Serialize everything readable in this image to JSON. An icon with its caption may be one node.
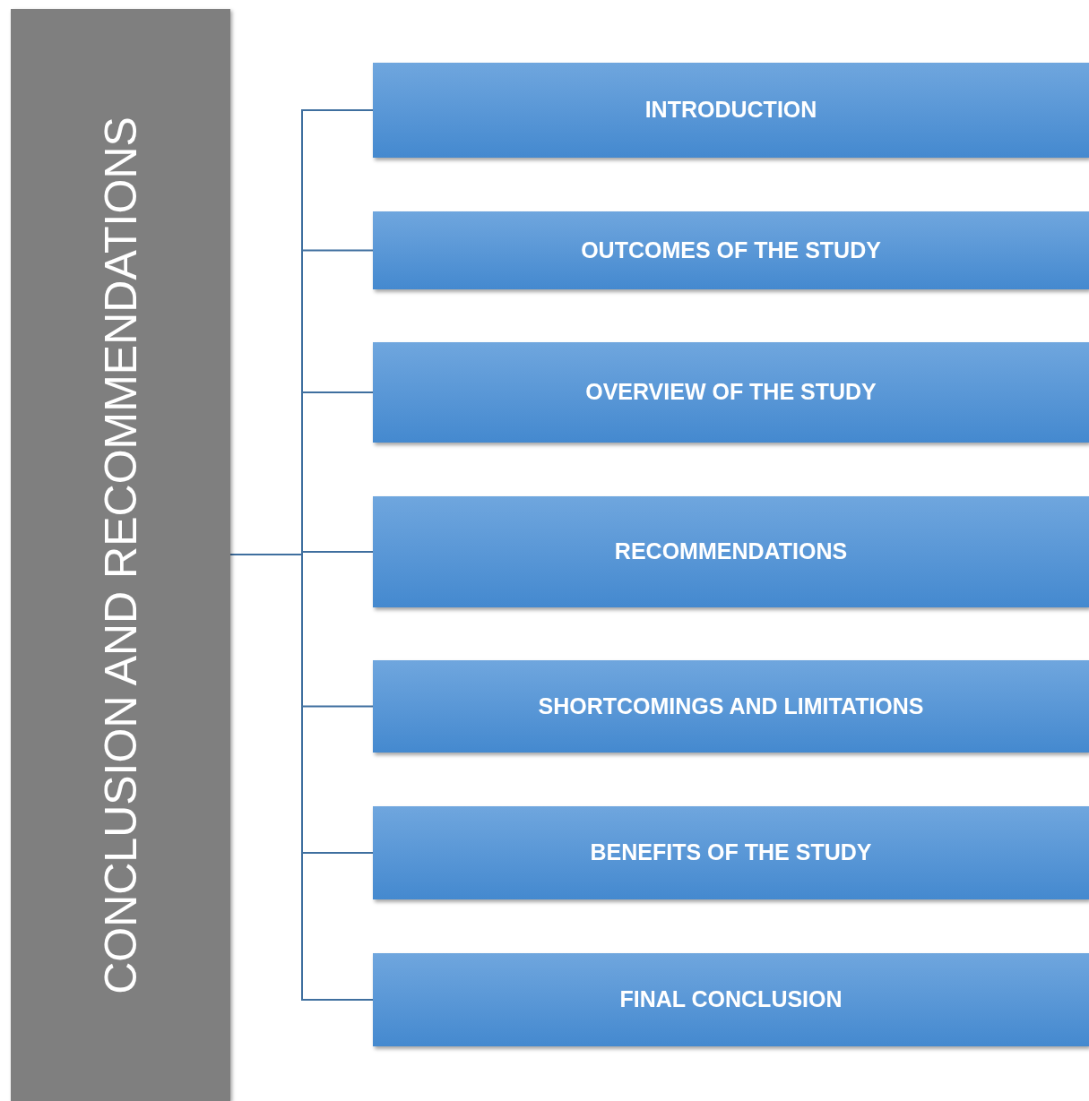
{
  "diagram": {
    "nodes": [
      {
        "text": [
          "CONCLUSION AND RECOMMENDATIONS"
        ]
      },
      {
        "text": [
          "INTRODUCTION"
        ]
      },
      {
        "text": [
          "OUTCOMES OF THE STUDY"
        ]
      },
      {
        "text": [
          "OVERVIEW OF THE STUDY"
        ]
      },
      {
        "text": [
          "RECOMMENDATIONS"
        ]
      },
      {
        "text": [
          "SHORTCOMINGS AND LIMITATIONS"
        ]
      },
      {
        "text": [
          "BENEFITS OF THE STUDY"
        ]
      },
      {
        "text": [
          "FINAL CONCLUSION"
        ]
      }
    ],
    "edges": [
      {
        "from": 0,
        "to": 1,
        "arrow": "none"
      },
      {
        "from": 0,
        "to": 2,
        "arrow": "none"
      },
      {
        "from": 0,
        "to": 3,
        "arrow": "none"
      },
      {
        "from": 0,
        "to": 4,
        "arrow": "none"
      },
      {
        "from": 0,
        "to": 5,
        "arrow": "none"
      },
      {
        "from": 0,
        "to": 6,
        "arrow": "none"
      },
      {
        "from": 0,
        "to": 7,
        "arrow": "none"
      }
    ]
  }
}
